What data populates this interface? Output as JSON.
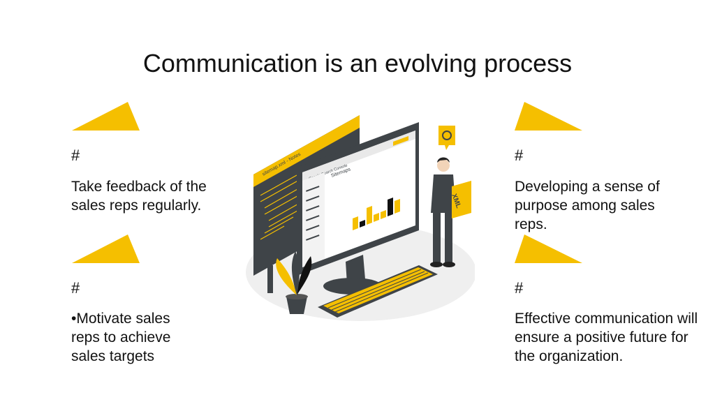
{
  "slide": {
    "title": "Communication is an evolving process",
    "colors": {
      "accent": "#f5bf00",
      "dark": "#3f4448",
      "corner": "#ececec"
    },
    "points": [
      {
        "marker": "#",
        "text": "Take feedback of the sales reps regularly."
      },
      {
        "marker": "#",
        "text": "Developing a sense of purpose among sales reps."
      },
      {
        "marker": "#",
        "text": "•Motivate sales reps to achieve sales targets"
      },
      {
        "marker": "#",
        "text": "Effective communication will ensure a positive future for the organization."
      }
    ],
    "illustration": {
      "code_window_title": "sitemap.xml - Notes",
      "console_brand": "Google Search Console",
      "panel_title": "Sitemaps",
      "badge_text": "XML"
    }
  }
}
